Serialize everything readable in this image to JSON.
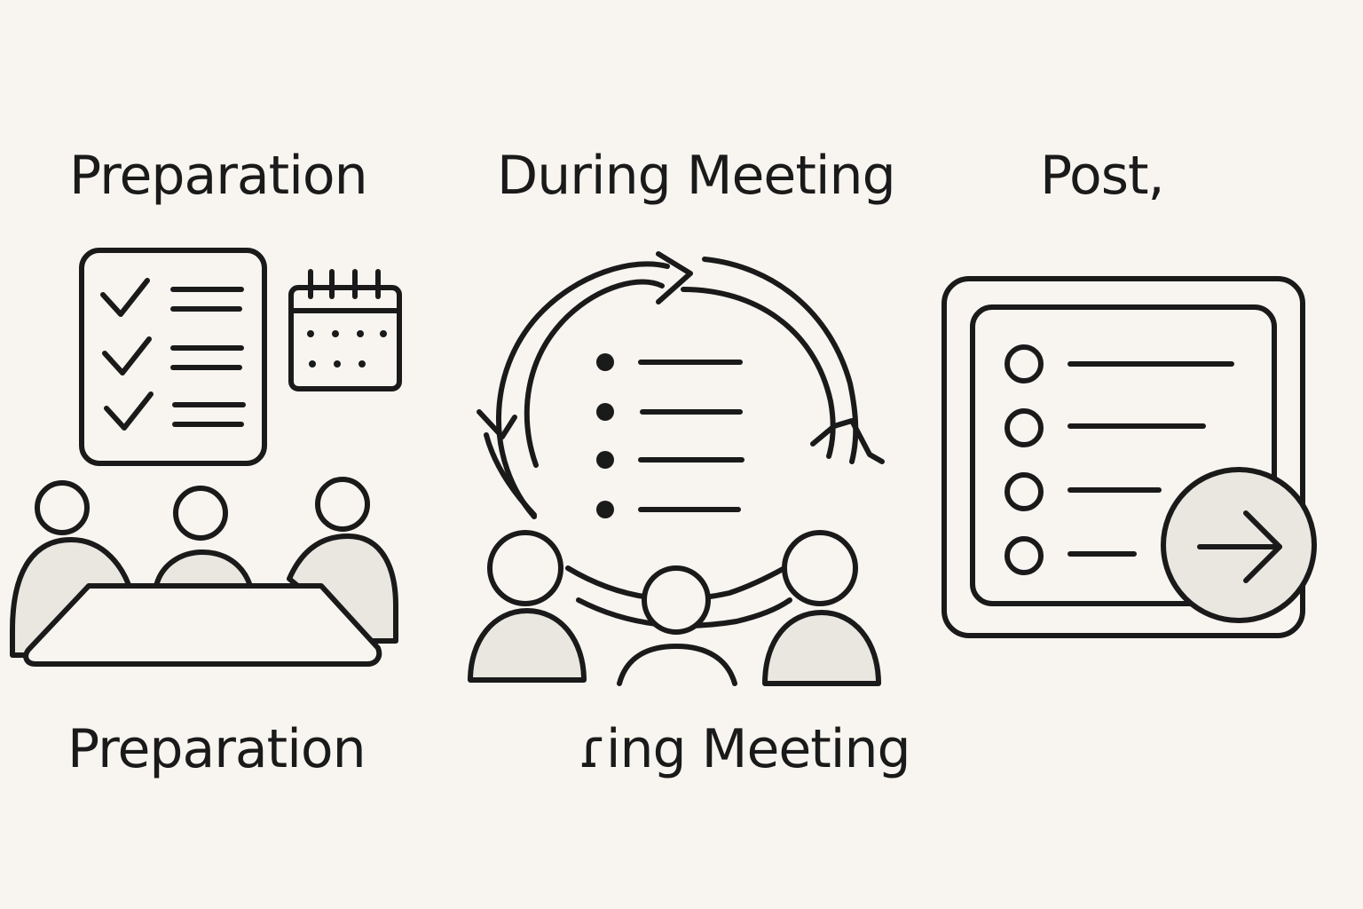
{
  "labels": {
    "preparation_top": "Preparation",
    "during_top": "During Meeting",
    "post_top": "Post,",
    "preparation_bottom": "Preparation",
    "during_bottom": "ɾing Meeting"
  },
  "icons": {
    "preparation": [
      "checklist-icon",
      "calendar-icon",
      "meeting-table-icon"
    ],
    "during": [
      "cycle-arrows-icon",
      "bullet-list-icon",
      "participants-icon"
    ],
    "post": [
      "document-list-icon",
      "next-arrow-icon"
    ]
  },
  "colors": {
    "background": "#f8f5f0",
    "ink": "#1a1a1a",
    "figure_fill": "#eae7e1"
  }
}
